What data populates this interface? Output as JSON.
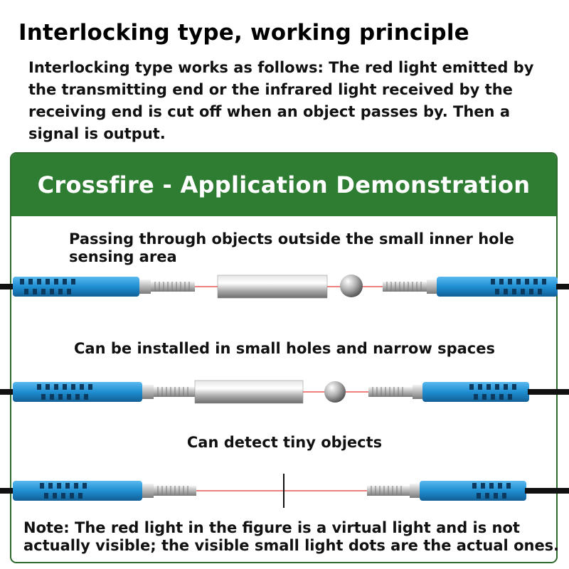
{
  "header": {
    "title": "Interlocking type, working principle",
    "description": "Interlocking type works as follows: The red light emitted by the transmitting end or the infrared light received by the receiving end is cut off when an object passes by. Then a signal is output."
  },
  "panel": {
    "title": "Crossfire - Application Demonstration",
    "scenes": [
      {
        "caption": "Passing through objects outside the small inner hole sensing area"
      },
      {
        "caption": "Can be installed in small holes and narrow spaces"
      },
      {
        "caption": "Can detect tiny objects"
      }
    ],
    "note": "Note: The red light in the figure is a virtual light and is not actually visible; the visible small light dots are the actual ones."
  },
  "colors": {
    "brand_green": "#2e7d32",
    "sensor_blue": "#2196d6",
    "cable_black": "#111111",
    "laser_red": "#e53935"
  }
}
